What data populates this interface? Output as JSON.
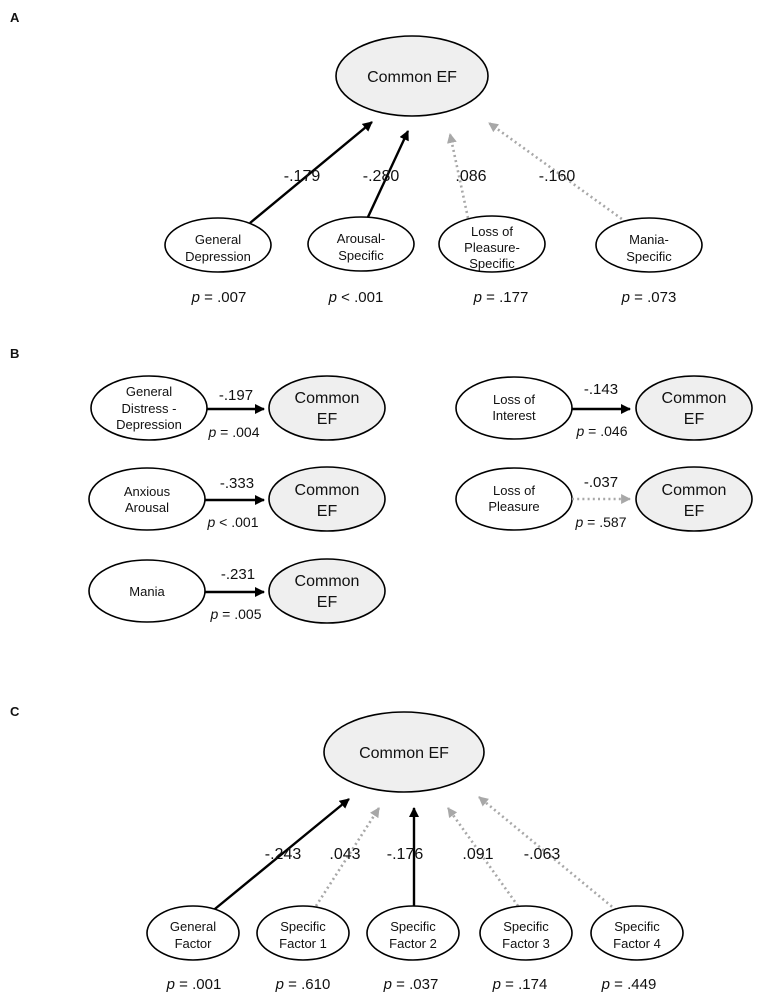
{
  "panels": {
    "a": {
      "label": "A",
      "target": "Common EF",
      "factors": [
        {
          "lines": [
            "General",
            "Depression"
          ],
          "coef": "-.179",
          "p_prefix": "p",
          "p_value": " = .007",
          "significant": true
        },
        {
          "lines": [
            "Arousal-",
            "Specific"
          ],
          "coef": "-.280",
          "p_prefix": "p",
          "p_value": " < .001",
          "significant": true
        },
        {
          "lines": [
            "Loss of",
            "Pleasure-",
            "Specific"
          ],
          "coef": ".086",
          "p_prefix": "p",
          "p_value": " = .177",
          "significant": false
        },
        {
          "lines": [
            "Mania-",
            "Specific"
          ],
          "coef": "-.160",
          "p_prefix": "p",
          "p_value": " = .073",
          "significant": false
        }
      ]
    },
    "b": {
      "label": "B",
      "models": [
        {
          "lines": [
            "General",
            "Distress -",
            "Depression"
          ],
          "coef": "-.197",
          "p_prefix": "p",
          "p_value": " = .004",
          "target": [
            "Common",
            "EF"
          ],
          "significant": true
        },
        {
          "lines": [
            "Anxious",
            "Arousal"
          ],
          "coef": "-.333",
          "p_prefix": "p",
          "p_value": " < .001",
          "target": [
            "Common",
            "EF"
          ],
          "significant": true
        },
        {
          "lines": [
            "Mania"
          ],
          "coef": "-.231",
          "p_prefix": "p",
          "p_value": " = .005",
          "target": [
            "Common",
            "EF"
          ],
          "significant": true
        },
        {
          "lines": [
            "Loss of",
            "Interest"
          ],
          "coef": "-.143",
          "p_prefix": "p",
          "p_value": " = .046",
          "target": [
            "Common",
            "EF"
          ],
          "significant": true
        },
        {
          "lines": [
            "Loss of",
            "Pleasure"
          ],
          "coef": "-.037",
          "p_prefix": "p",
          "p_value": " = .587",
          "target": [
            "Common",
            "EF"
          ],
          "significant": false
        }
      ]
    },
    "c": {
      "label": "C",
      "target": "Common EF",
      "factors": [
        {
          "lines": [
            "General",
            "Factor"
          ],
          "coef": "-.243",
          "p_prefix": "p",
          "p_value": " = .001",
          "significant": true
        },
        {
          "lines": [
            "Specific",
            "Factor 1"
          ],
          "coef": ".043",
          "p_prefix": "p",
          "p_value": " = .610",
          "significant": false
        },
        {
          "lines": [
            "Specific",
            "Factor 2"
          ],
          "coef": "-.176",
          "p_prefix": "p",
          "p_value": " = .037",
          "significant": true
        },
        {
          "lines": [
            "Specific",
            "Factor 3"
          ],
          "coef": ".091",
          "p_prefix": "p",
          "p_value": " = .174",
          "significant": false
        },
        {
          "lines": [
            "Specific",
            "Factor 4"
          ],
          "coef": "-.063",
          "p_prefix": "p",
          "p_value": " = .449",
          "significant": false
        }
      ]
    }
  },
  "colors": {
    "significant_path": "#000000",
    "nonsignificant_path": "#a8a8a8",
    "target_fill": "#efefef",
    "factor_fill": "#ffffff"
  }
}
